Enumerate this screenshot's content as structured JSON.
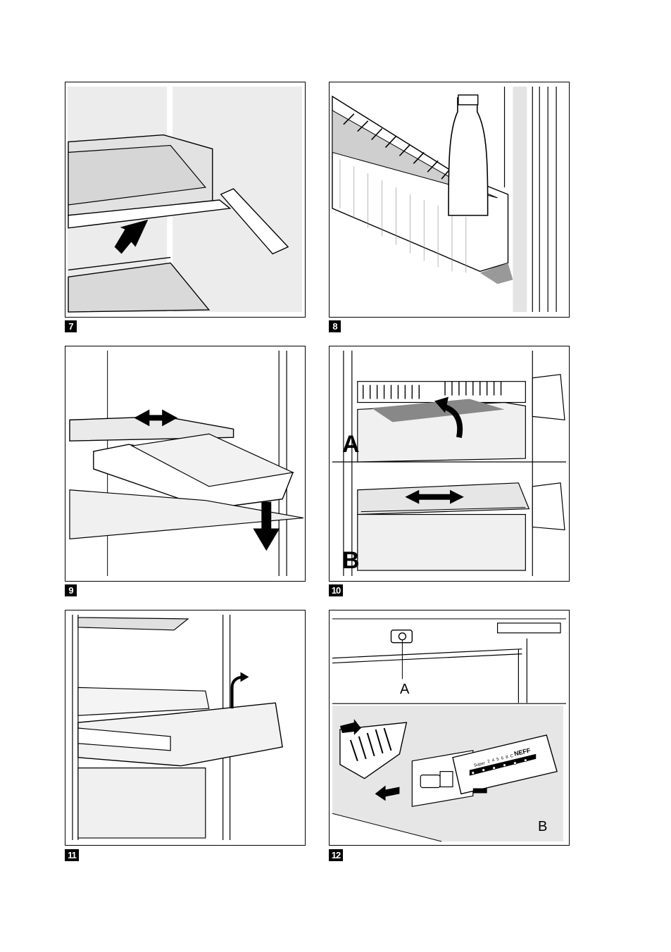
{
  "figures": [
    {
      "number": "7"
    },
    {
      "number": "8"
    },
    {
      "number": "9"
    },
    {
      "number": "10",
      "labels": {
        "top": "A",
        "bottom": "B"
      }
    },
    {
      "number": "11"
    },
    {
      "number": "12",
      "labels": {
        "top": "A",
        "bottom": "B"
      },
      "thermometer": {
        "brand": "NEFF",
        "scale_label": "Super",
        "scale": [
          "2",
          "4",
          "5",
          "6",
          "8",
          "C"
        ]
      }
    }
  ],
  "colors": {
    "line": "#000000",
    "shade": "#d9d9d9",
    "light_shade": "#ececec",
    "arrow": "#000000"
  }
}
